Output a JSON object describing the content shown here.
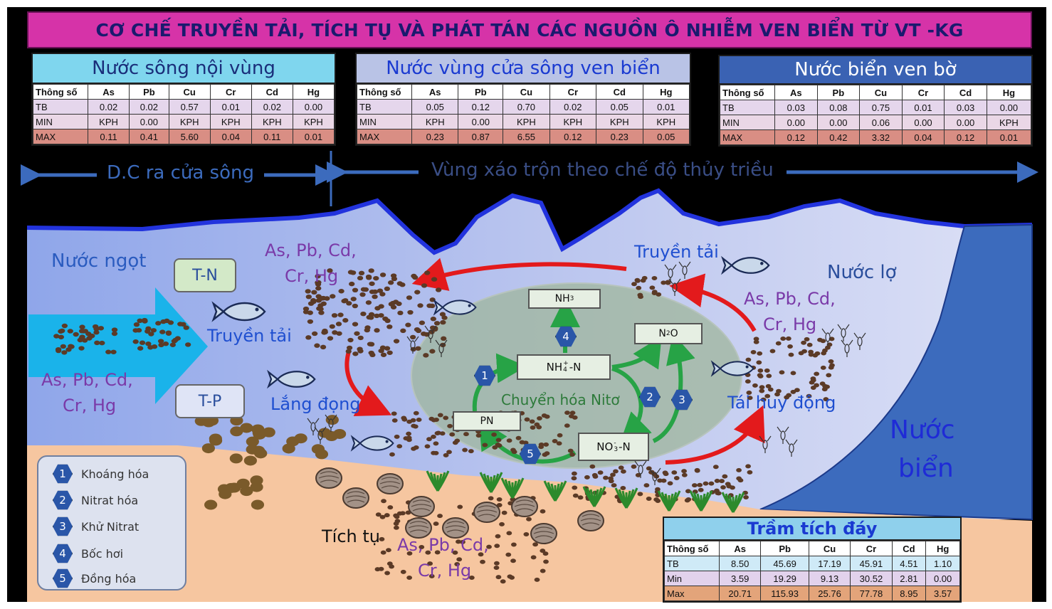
{
  "title": "CƠ CHẾ TRUYỀN TẢI, TÍCH TỤ VÀ PHÁT TÁN CÁC NGUỒN Ô NHIỄM VEN BIỂN TỪ VT -KG",
  "tables": {
    "river": {
      "title": "Nước sông nội vùng",
      "headers": [
        "Thông số",
        "As",
        "Pb",
        "Cu",
        "Cr",
        "Cd",
        "Hg"
      ],
      "rows": [
        [
          "TB",
          "0.02",
          "0.02",
          "0.57",
          "0.01",
          "0.02",
          "0.00"
        ],
        [
          "MIN",
          "KPH",
          "0.00",
          "KPH",
          "KPH",
          "KPH",
          "KPH"
        ],
        [
          "MAX",
          "0.11",
          "0.41",
          "5.60",
          "0.04",
          "0.11",
          "0.01"
        ]
      ]
    },
    "estuary": {
      "title": "Nước vùng cửa sông ven biển",
      "headers": [
        "Thông số",
        "As",
        "Pb",
        "Cu",
        "Cr",
        "Cd",
        "Hg"
      ],
      "rows": [
        [
          "TB",
          "0.05",
          "0.12",
          "0.70",
          "0.02",
          "0.05",
          "0.01"
        ],
        [
          "MIN",
          "KPH",
          "0.00",
          "KPH",
          "KPH",
          "KPH",
          "KPH"
        ],
        [
          "MAX",
          "0.23",
          "0.87",
          "6.55",
          "0.12",
          "0.23",
          "0.05"
        ]
      ]
    },
    "sea": {
      "title": "Nước biển ven bờ",
      "headers": [
        "Thông số",
        "As",
        "Pb",
        "Cu",
        "Cr",
        "Cd",
        "Hg"
      ],
      "rows": [
        [
          "TB",
          "0.03",
          "0.08",
          "0.75",
          "0.01",
          "0.03",
          "0.00"
        ],
        [
          "MIN",
          "0.00",
          "0.00",
          "0.06",
          "0.00",
          "0.00",
          "KPH"
        ],
        [
          "MAX",
          "0.12",
          "0.42",
          "3.32",
          "0.04",
          "0.12",
          "0.01"
        ]
      ]
    },
    "sediment": {
      "title": "Trầm tích đáy",
      "headers": [
        "Thông số",
        "As",
        "Pb",
        "Cu",
        "Cr",
        "Cd",
        "Hg"
      ],
      "rows": [
        [
          "TB",
          "8.50",
          "45.69",
          "17.19",
          "45.91",
          "4.51",
          "1.10"
        ],
        [
          "Min",
          "3.59",
          "19.29",
          "9.13",
          "30.52",
          "2.81",
          "0.00"
        ],
        [
          "Max",
          "20.71",
          "115.93",
          "25.76",
          "77.78",
          "8.95",
          "3.57"
        ]
      ]
    }
  },
  "zones": {
    "river_flow": "D.C ra cửa sông",
    "tidal_mixing": "Vùng xáo trộn theo chế độ thủy triều"
  },
  "labels": {
    "fresh_water": "Nước ngọt",
    "brackish_water": "Nước lợ",
    "sea_water_1": "Nước",
    "sea_water_2": "biển",
    "metals_1": "As, Pb, Cd,",
    "metals_2": "Cr, Hg",
    "tn": "T-N",
    "tp": "T-P",
    "transport": "Truyền tải",
    "deposition": "Lắng đọng",
    "accumulation": "Tích tụ",
    "remobilization": "Tái huy động",
    "nitrogen_conversion": "Chuyển hóa Nitơ"
  },
  "nitrogen": {
    "nh3": "NH",
    "nh3_sub": "3",
    "n2o_n": "N",
    "n2o_sub": "2",
    "n2o_o": "O",
    "nh4_pre": "NH",
    "nh4_sup": "+",
    "nh4_sub": "4",
    "nh4_post": "-N",
    "no3_pre": "NO",
    "no3_sup": "-",
    "no3_sub": "3",
    "no3_post": "-N",
    "pn": "PN"
  },
  "legend": [
    {
      "num": "1",
      "label": "Khoáng hóa"
    },
    {
      "num": "2",
      "label": "Nitrat hóa"
    },
    {
      "num": "3",
      "label": "Khử Nitrat"
    },
    {
      "num": "4",
      "label": "Bốc hơi"
    },
    {
      "num": "5",
      "label": "Đồng hóa"
    }
  ],
  "colors": {
    "title_bg": "#d633a8",
    "title_text": "#1a1a6e",
    "river_head": "#7fd6ee",
    "estuary_head": "#b9c3e6",
    "sea_head": "#3a62b3",
    "sediment_head": "#8fd0ec",
    "water_light": "#b4c0ee",
    "sea_deep": "#3c6bbd",
    "sand": "#f6c6a0",
    "metal_text": "#7a3aa8",
    "blue_text": "#2a5bbf",
    "arrow_red": "#e31a1c",
    "arrow_green": "#27a346"
  }
}
